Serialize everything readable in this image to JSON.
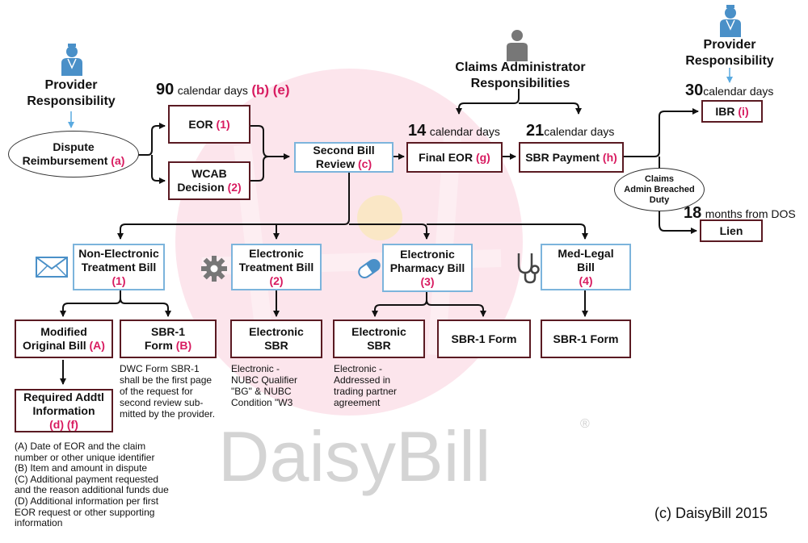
{
  "watermark": {
    "brand": "DaisyBill",
    "registered": "®"
  },
  "copyright": "(c) DaisyBill 2015",
  "provider_left": {
    "line1": "Provider",
    "line2": "Responsibility"
  },
  "provider_right": {
    "line1": "Provider",
    "line2": "Responsibility"
  },
  "claims_admin": {
    "line1": "Claims Administrator",
    "line2": "Responsibilities"
  },
  "dispute": {
    "line1": "Dispute",
    "line2": "Reimbursement",
    "ref": "(a)"
  },
  "deadline_90": {
    "num": "90",
    "unit": "calendar days",
    "refs": "(b) (e)"
  },
  "eor": {
    "label": "EOR",
    "ref": "(1)"
  },
  "wcab": {
    "line1": "WCAB",
    "line2": "Decision",
    "ref": "(2)"
  },
  "second_bill": {
    "line1": "Second Bill",
    "line2": "Review",
    "ref": "(c)"
  },
  "deadline_14": {
    "num": "14",
    "unit": "calendar days"
  },
  "final_eor": {
    "label": "Final EOR",
    "ref": "(g)"
  },
  "deadline_21": {
    "num": "21",
    "unit": "calendar days"
  },
  "sbr_payment": {
    "label": "SBR Payment",
    "ref": "(h)"
  },
  "deadline_30": {
    "num": "30",
    "unit": "calendar days"
  },
  "ibr": {
    "label": "IBR",
    "ref": "(i)"
  },
  "breached": {
    "line1": "Claims",
    "line2": "Admin Breached",
    "line3": "Duty"
  },
  "deadline_18": {
    "num": "18",
    "unit": "months from DOS"
  },
  "lien": {
    "label": "Lien"
  },
  "non_electronic": {
    "line1": "Non-Electronic",
    "line2": "Treatment Bill",
    "ref": "(1)"
  },
  "electronic_treatment": {
    "line1": "Electronic",
    "line2": "Treatment Bill",
    "ref": "(2)"
  },
  "electronic_pharmacy": {
    "line1": "Electronic",
    "line2": "Pharmacy Bill",
    "ref": "(3)"
  },
  "med_legal": {
    "line1": "Med-Legal",
    "line2": "Bill",
    "ref": "(4)"
  },
  "modified_original": {
    "line1": "Modified",
    "line2": "Original Bill",
    "ref": "(A)"
  },
  "sbr1_form_b": {
    "line1": "SBR-1",
    "line2": "Form",
    "ref": "(B)"
  },
  "electronic_sbr_2": {
    "line1": "Electronic",
    "line2": "SBR"
  },
  "electronic_sbr_3": {
    "line1": "Electronic",
    "line2": "SBR"
  },
  "sbr1_form_3": {
    "label": "SBR-1 Form"
  },
  "sbr1_form_4": {
    "label": "SBR-1 Form"
  },
  "required_addtl": {
    "line1": "Required Addtl",
    "line2": "Information",
    "refs": "(d) (f)"
  },
  "note_sbr1": [
    "DWC Form SBR-1",
    "shall be the first page",
    "of the request for",
    "second review sub-",
    "mitted by the provider."
  ],
  "note_nubc": [
    "Electronic -",
    "NUBC Qualifier",
    "\"BG\" & NUBC",
    "Condition \"W3"
  ],
  "note_partner": [
    "Electronic -",
    "Addressed in",
    "trading partner",
    "agreement"
  ],
  "legend": [
    "(A) Date of EOR and the claim",
    "number or other unique identifier",
    "(B) Item and amount in dispute",
    "(C) Additional payment requested",
    "and the reason additional funds due",
    "(D) Additional information per first",
    "EOR request or other supporting",
    "information"
  ],
  "colors": {
    "accent": "#d81b60",
    "box_border": "#5a1a22",
    "blue_border": "#7cb4dc",
    "icon_blue": "#4a90c8",
    "arrow_blue": "#5aaae0"
  },
  "icons": [
    "person-icon",
    "envelope-icon",
    "gear-icon",
    "pill-icon",
    "stethoscope-icon"
  ]
}
